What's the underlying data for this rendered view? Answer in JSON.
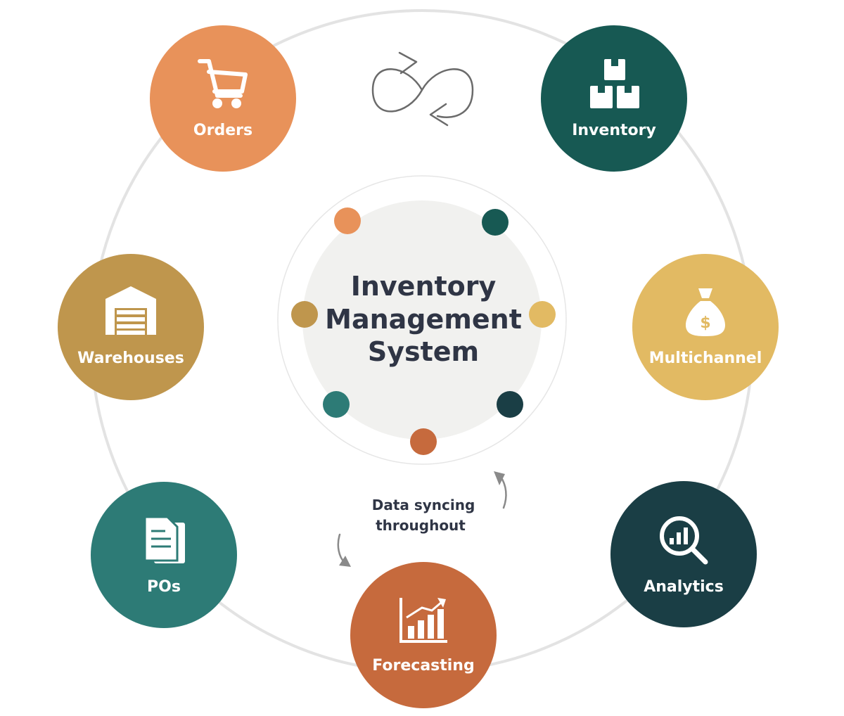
{
  "center": {
    "title_line1": "Inventory",
    "title_line2": "Management",
    "title_line3": "System"
  },
  "caption": {
    "line1": "Data syncing",
    "line2": "throughout"
  },
  "nodes": {
    "orders": {
      "label": "Orders",
      "color": "#E8925A",
      "icon": "shopping-cart-icon"
    },
    "inventory": {
      "label": "Inventory",
      "color": "#175953",
      "icon": "boxes-icon"
    },
    "multichannel": {
      "label": "Multichannel",
      "color": "#E2BA63",
      "icon": "money-bag-icon"
    },
    "analytics": {
      "label": "Analytics",
      "color": "#1A3E45",
      "icon": "magnifier-chart-icon"
    },
    "forecasting": {
      "label": "Forecasting",
      "color": "#C66A3D",
      "icon": "growth-chart-icon"
    },
    "pos": {
      "label": "POs",
      "color": "#2D7B76",
      "icon": "documents-icon"
    },
    "warehouses": {
      "label": "Warehouses",
      "color": "#BF964D",
      "icon": "warehouse-icon"
    }
  },
  "center_dots": [
    "#E8925A",
    "#175953",
    "#E2BA63",
    "#1A3E45",
    "#C66A3D",
    "#2D7B76",
    "#BF964D"
  ],
  "ring_color": "#E3E3E3",
  "center_fill": "#F1F1EF"
}
